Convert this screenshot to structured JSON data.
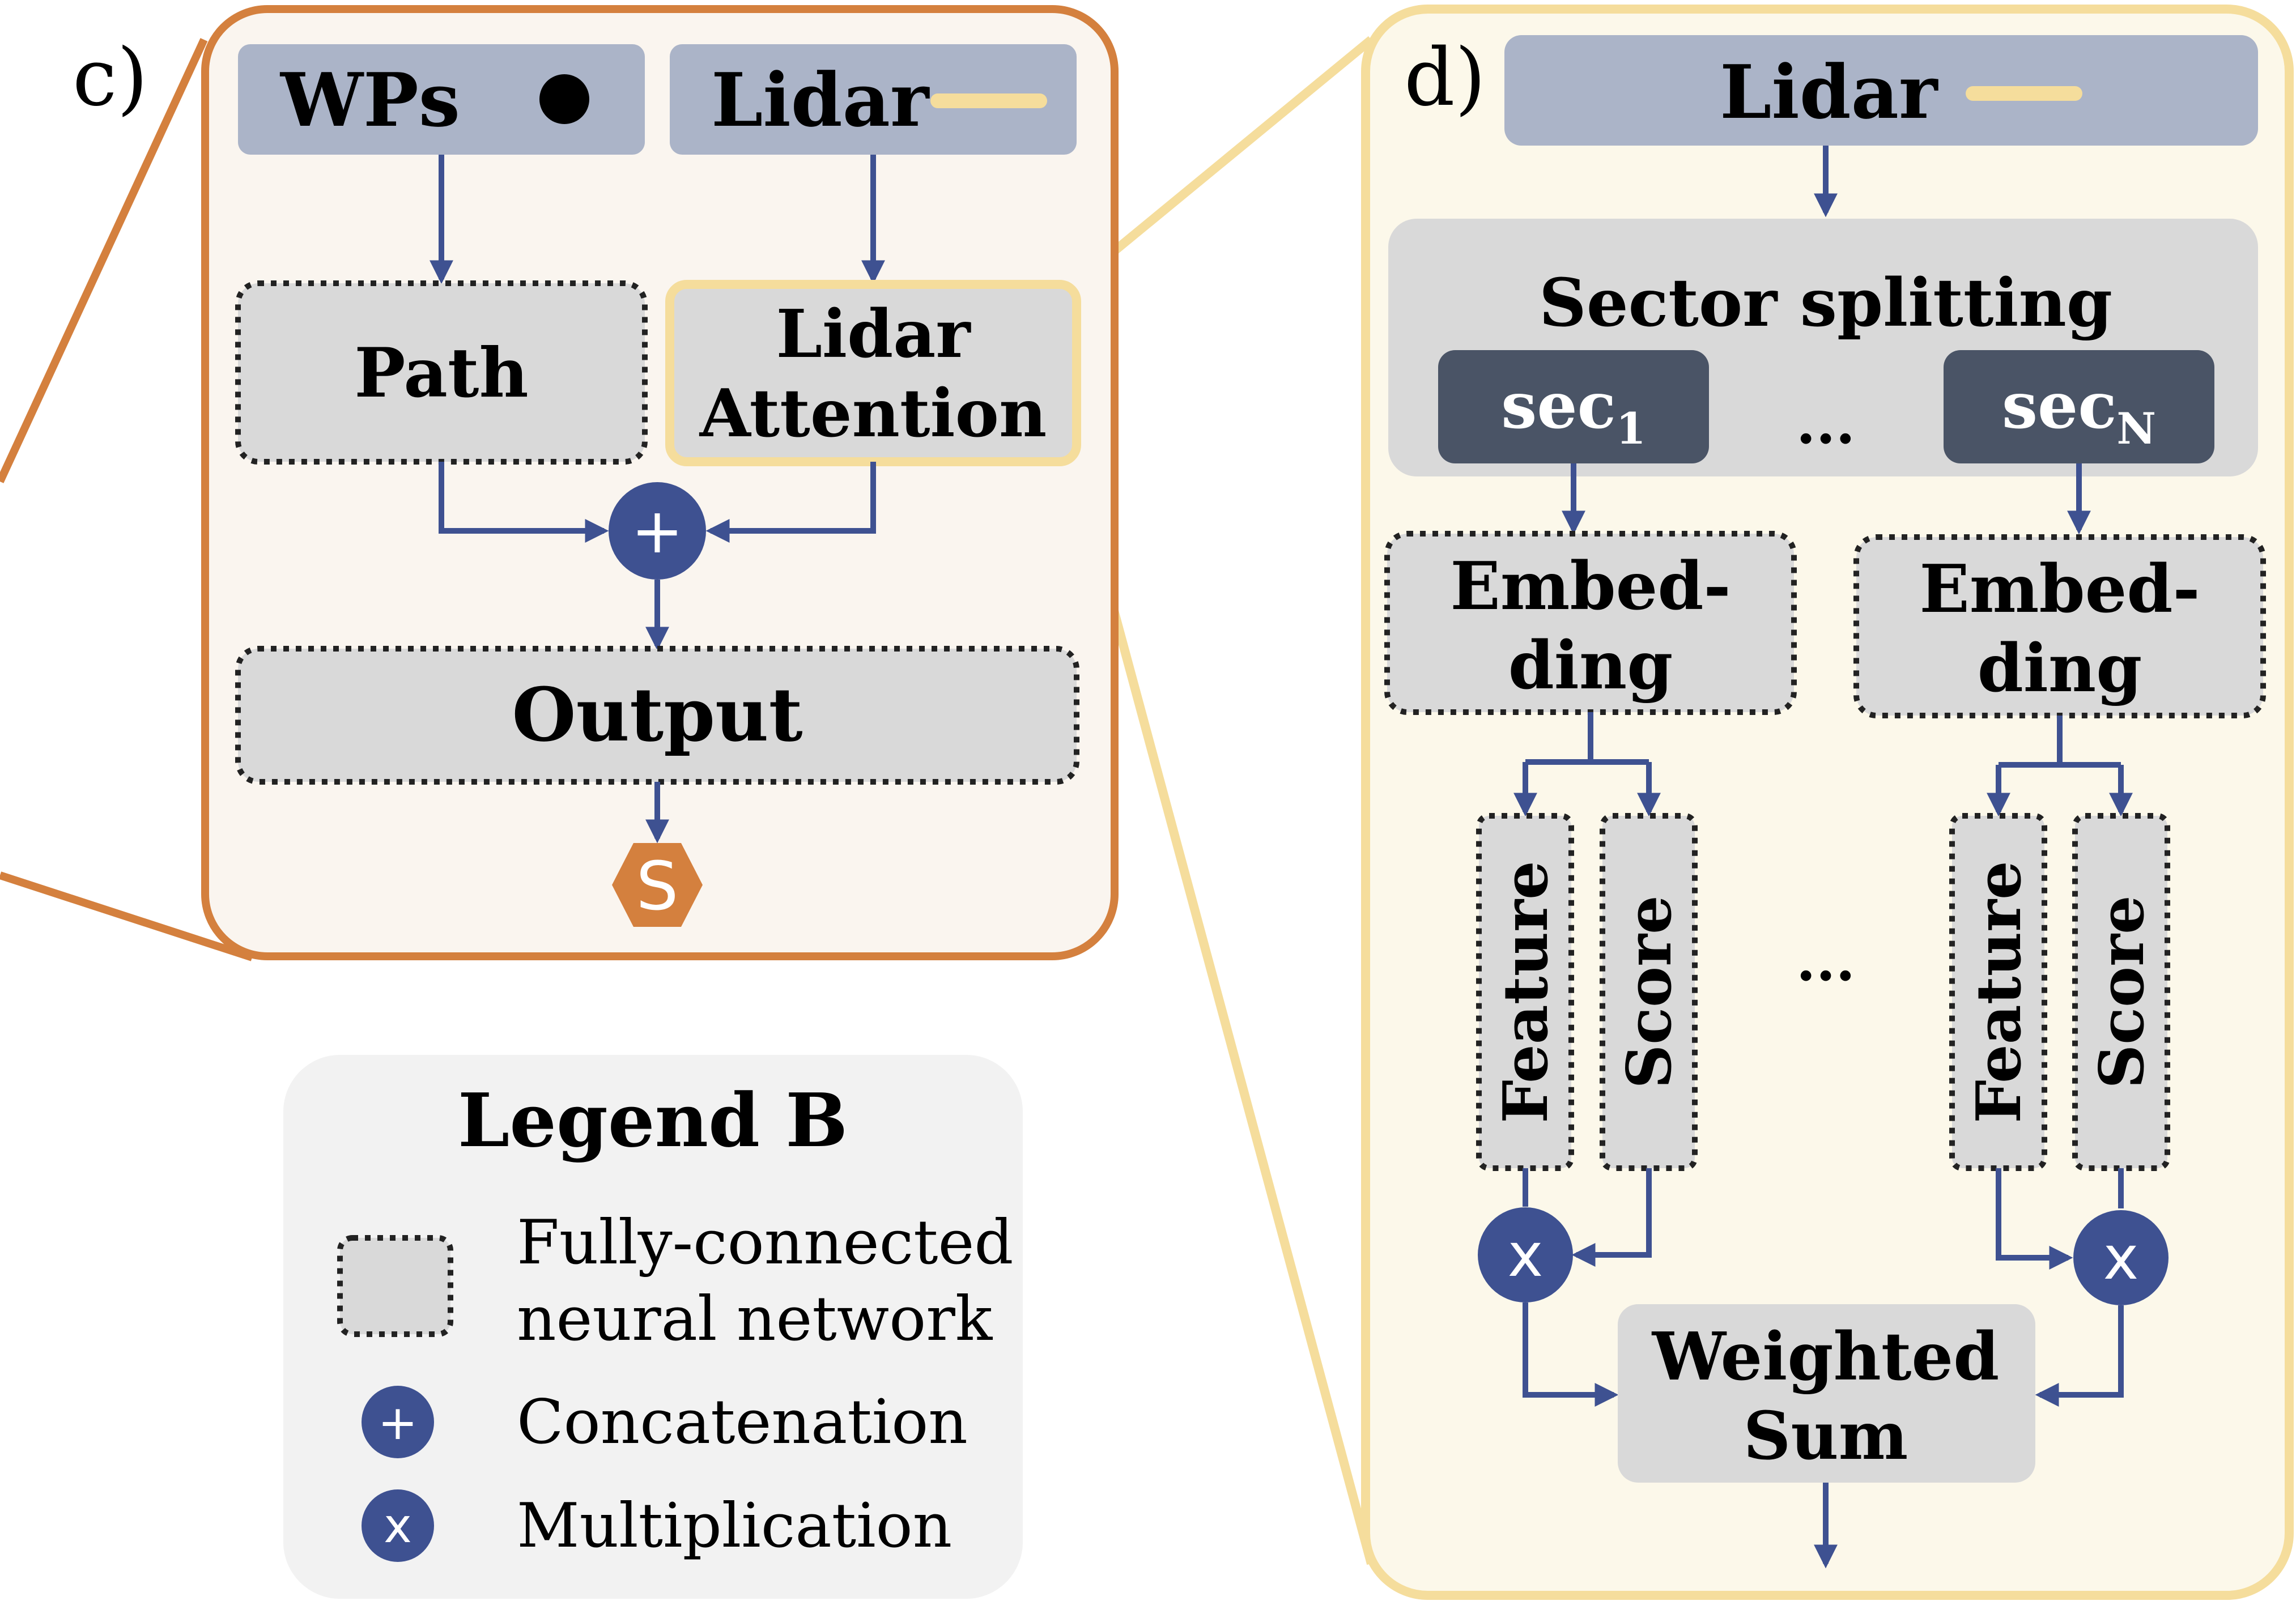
{
  "panel_c": {
    "label": "c)",
    "wps": "WPs",
    "lidar": "Lidar",
    "path": "Path",
    "attention_line1": "Lidar",
    "attention_line2": "Attention",
    "output": "Output",
    "s_symbol": "S"
  },
  "panel_d": {
    "label": "d)",
    "lidar": "Lidar",
    "sector_splitting": "Sector splitting",
    "sec1_base": "sec",
    "sec1_sub": "1",
    "secN_base": "sec",
    "secN_sub": "N",
    "ellipsis_top": "...",
    "ellipsis_mid": "...",
    "embed_left_1": "Embed-",
    "embed_left_2": "ding",
    "embed_right_1": "Embed-",
    "embed_right_2": "ding",
    "feature_left": "Feature",
    "score_left": "Score",
    "feature_right": "Feature",
    "score_right": "Score",
    "weighted_1": "Weighted",
    "weighted_2": "Sum"
  },
  "legend": {
    "title": "Legend B",
    "fc_line1": "Fully-connected",
    "fc_line2": "neural network",
    "concat": "Concatenation",
    "multiply": "Multiplication"
  },
  "symbols": {
    "plus": "+",
    "times": "x"
  },
  "colors": {
    "orange": "#D4803E",
    "yellow": "#F5DD9C",
    "navy": "#3E5191",
    "slate": "#ABB4C8",
    "dark_slate": "#4A5466",
    "fc_gray": "#D9D9D9",
    "legend_bg": "#F2F2F2",
    "panel_c_bg": "#FAF5EF",
    "panel_d_bg": "#FCF8EA"
  }
}
